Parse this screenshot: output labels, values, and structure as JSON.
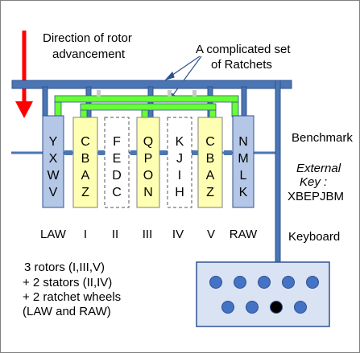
{
  "title_text": {
    "direction_line1": "Direction of rotor",
    "direction_line2": "advancement",
    "ratchets_line1": "A complicated set",
    "ratchets_line2": "of Ratchets"
  },
  "labels": {
    "benchmark": "Benchmark",
    "external_key_line1": "External",
    "external_key_line2": "Key :",
    "external_key_value": "XBEPJBM",
    "keyboard": "Keyboard"
  },
  "rotors": [
    {
      "id": "LAW",
      "letters": [
        "Y",
        "X",
        "W",
        "V"
      ],
      "kind": "ratchet-wheel",
      "fill": "#b4c7e7"
    },
    {
      "id": "I",
      "letters": [
        "C",
        "B",
        "A",
        "Z"
      ],
      "kind": "rotor",
      "fill": "#ffffb3"
    },
    {
      "id": "II",
      "letters": [
        "F",
        "E",
        "D",
        "C"
      ],
      "kind": "stator",
      "fill": "#ffffff"
    },
    {
      "id": "III",
      "letters": [
        "Q",
        "P",
        "O",
        "N"
      ],
      "kind": "rotor",
      "fill": "#ffffb3"
    },
    {
      "id": "IV",
      "letters": [
        "K",
        "J",
        "I",
        "H"
      ],
      "kind": "stator",
      "fill": "#ffffff"
    },
    {
      "id": "V",
      "letters": [
        "C",
        "B",
        "A",
        "Z"
      ],
      "kind": "rotor",
      "fill": "#ffffb3"
    },
    {
      "id": "RAW",
      "letters": [
        "N",
        "M",
        "L",
        "K"
      ],
      "kind": "ratchet-wheel",
      "fill": "#b4c7e7"
    }
  ],
  "notes": {
    "line1": "3 rotors (I,III,V)",
    "line2": "+ 2 stators (II,IV)",
    "line3": "+ 2 ratchet wheels",
    "line4": "(LAW and RAW)"
  },
  "colors": {
    "shaft_blue": "#4a76b5",
    "shaft_outline": "#2f528f",
    "ratchet_green": "#66ff33",
    "arrow_red": "#ff0000",
    "keyboard_fill": "#dae3f3",
    "key_blue": "#4472c4",
    "pressed_key": "#000000"
  },
  "keyboard": {
    "rows": [
      [
        "key",
        "key",
        "key",
        "key",
        "key"
      ],
      [
        "key",
        "key",
        "pressed",
        "key"
      ]
    ]
  }
}
